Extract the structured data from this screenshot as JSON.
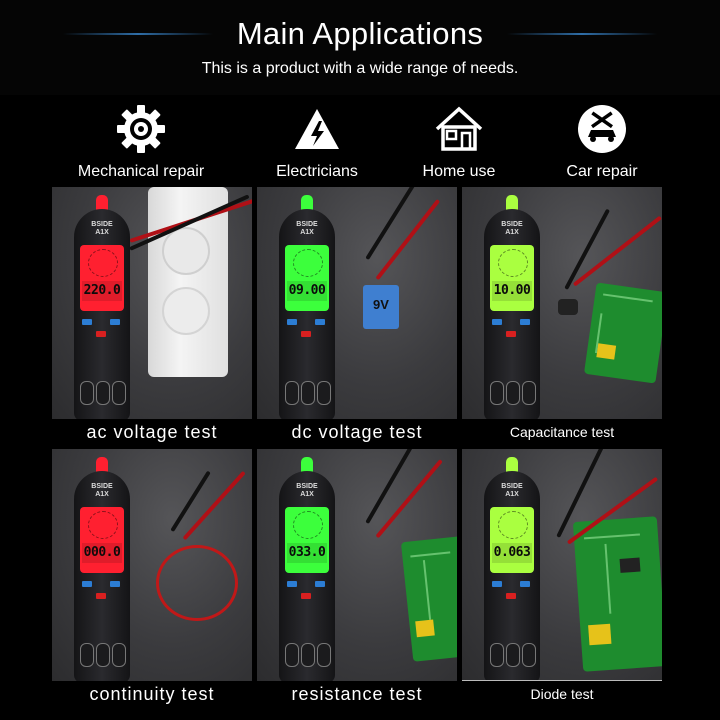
{
  "header": {
    "title": "Main Applications",
    "subtitle": "This is a product with a wide range of needs."
  },
  "applications": [
    {
      "label": "Mechanical repair",
      "icon": "gear-icon"
    },
    {
      "label": "Electricians",
      "icon": "high-voltage-icon"
    },
    {
      "label": "Home use",
      "icon": "house-icon"
    },
    {
      "label": "Car repair",
      "icon": "car-repair-icon"
    }
  ],
  "tests": [
    {
      "caption": "ac voltage test",
      "reading": "220.0",
      "backlight": "#ff2030"
    },
    {
      "caption": "dc voltage test",
      "reading": "09.00",
      "backlight": "#3cff3c",
      "prop_label": "9V"
    },
    {
      "caption": "Capacitance test",
      "reading": "10.00",
      "backlight": "#aaff40"
    },
    {
      "caption": "continuity test",
      "reading": "000.0",
      "backlight": "#ff2030"
    },
    {
      "caption": "resistance test",
      "reading": "033.0",
      "backlight": "#3cff3c"
    },
    {
      "caption": "Diode test",
      "reading": "0.063",
      "backlight": "#aaff40"
    }
  ],
  "device": {
    "brand": "BSIDE",
    "model": "A1X"
  },
  "colors": {
    "accent_rule": "#2f6ea8",
    "probe_red": "#c8141c"
  }
}
